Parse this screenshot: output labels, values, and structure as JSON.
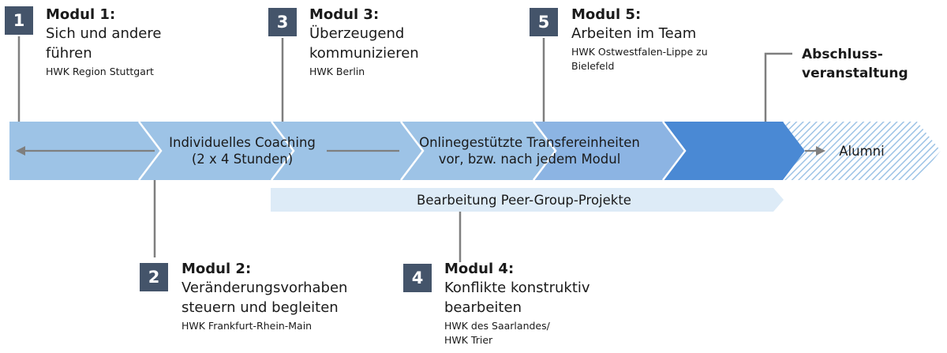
{
  "modules": [
    {
      "number": "1",
      "title": "Modul 1:",
      "subtitle": [
        "Sich und andere",
        "führen"
      ],
      "chamber": [
        "HWK Region Stuttgart"
      ]
    },
    {
      "number": "2",
      "title": "Modul 2:",
      "subtitle": [
        "Veränderungsvorhaben",
        "steuern und begleiten"
      ],
      "chamber": [
        "HWK Frankfurt-Rhein-Main"
      ]
    },
    {
      "number": "3",
      "title": "Modul 3:",
      "subtitle": [
        "Überzeugend",
        "kommunizieren"
      ],
      "chamber": [
        "HWK Berlin"
      ]
    },
    {
      "number": "4",
      "title": "Modul 4:",
      "subtitle": [
        "Konflikte konstruktiv",
        "bearbeiten"
      ],
      "chamber": [
        "HWK des Saarlandes/",
        "HWK Trier"
      ]
    },
    {
      "number": "5",
      "title": "Modul 5:",
      "subtitle": [
        "Arbeiten im Team"
      ],
      "chamber": [
        "HWK Ostwestfalen-Lippe zu",
        "Bielefeld"
      ]
    }
  ],
  "flow": {
    "coaching": [
      "Individuelles Coaching",
      "(2 x 4 Stunden)"
    ],
    "transfer": [
      "Onlinegestützte Transfereinheiten",
      "vor, bzw. nach jedem Modul"
    ],
    "peer": "Bearbeitung Peer-Group-Projekte",
    "alumni": "Alumni",
    "final": [
      "Abschluss-",
      "veranstaltung"
    ]
  },
  "colors": {
    "box": "#44546a",
    "chevron_light": "#9dc3e6",
    "chevron_mid": "#8cb4e3",
    "chevron_dark": "#4a89d4",
    "peer_bar": "#ddebf7",
    "alumni_hatch": "#9dc3e6",
    "connector": "#7f7f7f"
  }
}
